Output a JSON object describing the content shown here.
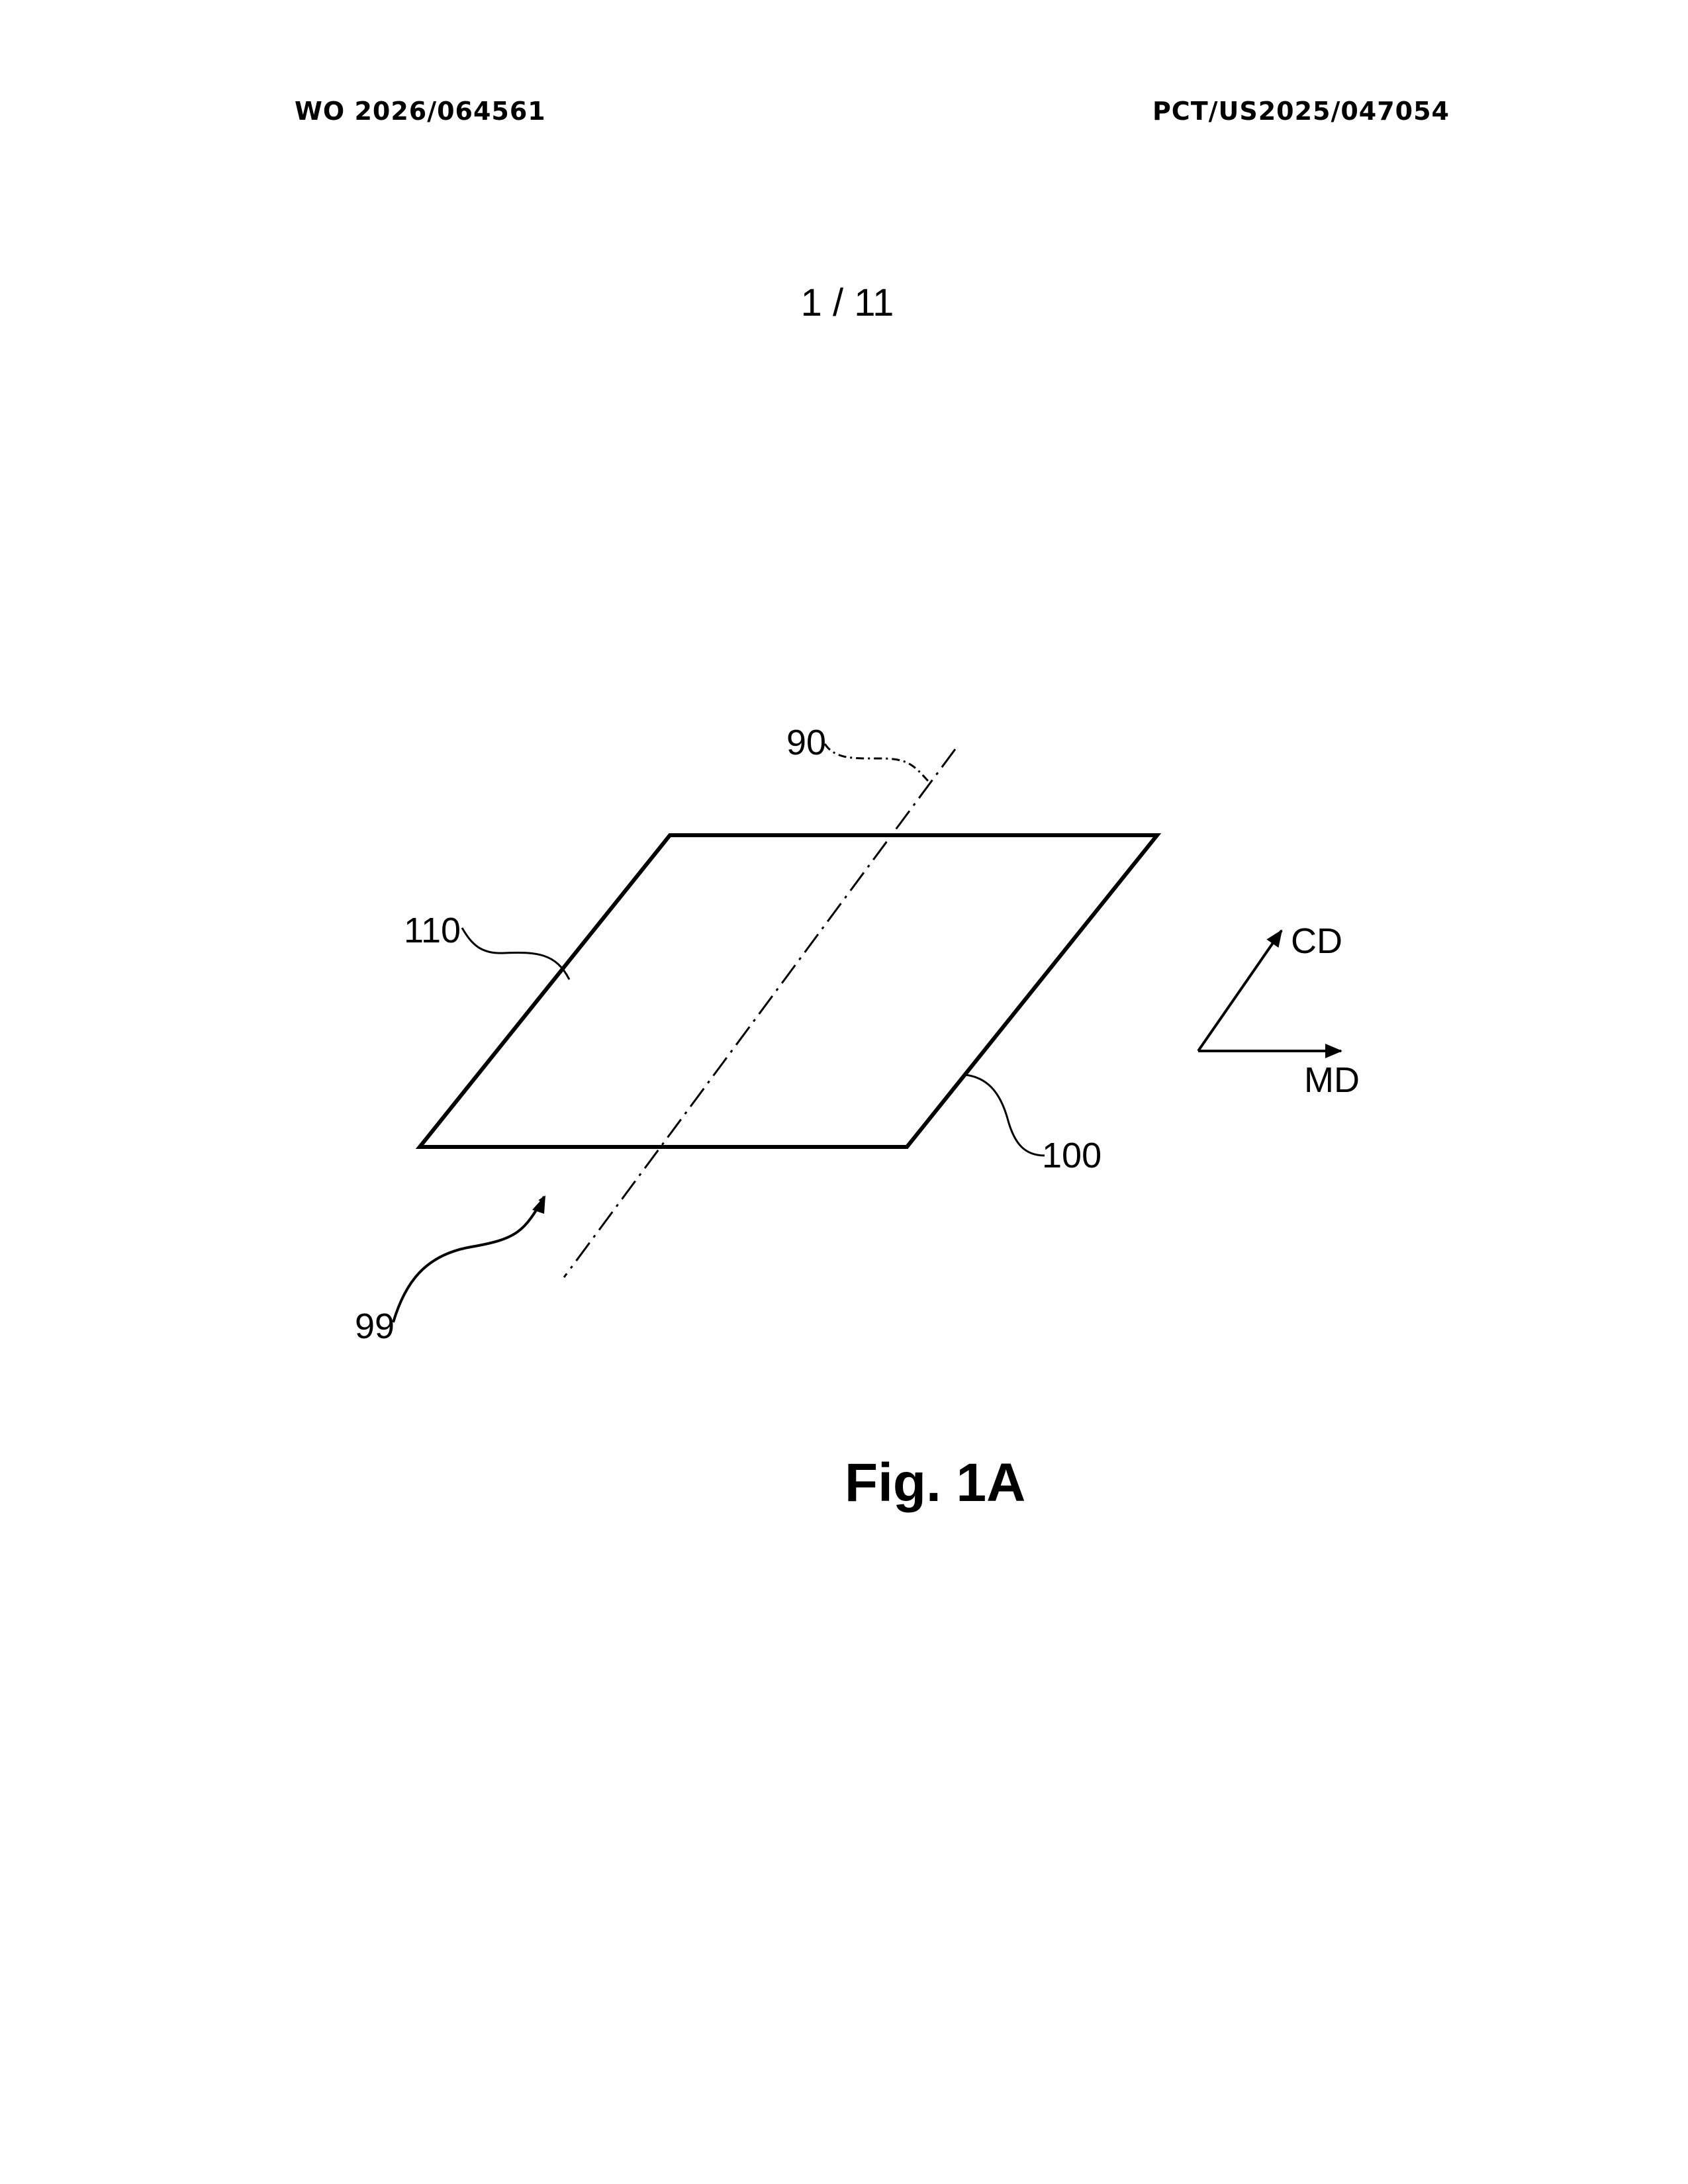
{
  "header": {
    "publication_number": "WO 2026/064561",
    "application_number": "PCT/US2025/047054",
    "sheet_number": "1 / 11"
  },
  "figure": {
    "caption": "Fig. 1A",
    "reference_numerals": {
      "axis": "90",
      "edge": "110",
      "sheet": "100",
      "arrow": "99"
    },
    "direction_labels": {
      "cross_direction": "CD",
      "machine_direction": "MD"
    }
  }
}
